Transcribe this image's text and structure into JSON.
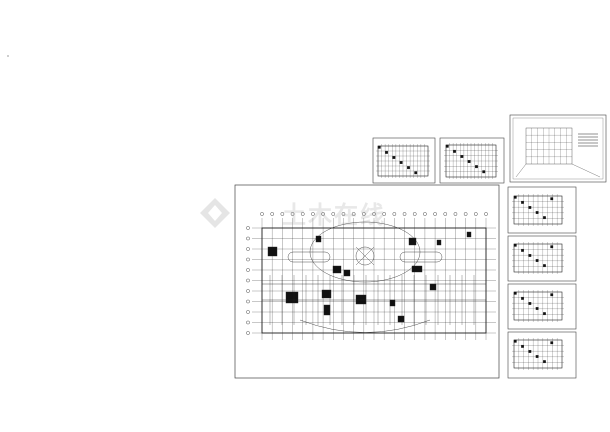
{
  "watermark_text": "土木在线",
  "watermark_color": "#bfbfbf",
  "main_plan_caption": "",
  "line_color": "#000000",
  "sheets": [
    {
      "id": "main-floor-plan",
      "kind": "large-plan"
    },
    {
      "id": "detail-sheet-1",
      "kind": "small-plan"
    },
    {
      "id": "detail-sheet-2",
      "kind": "small-plan"
    },
    {
      "id": "overview-sheet",
      "kind": "plan-with-notes"
    },
    {
      "id": "side-plan-1",
      "kind": "small-plan"
    },
    {
      "id": "side-plan-2",
      "kind": "small-plan"
    },
    {
      "id": "side-plan-3",
      "kind": "small-plan"
    },
    {
      "id": "side-plan-4",
      "kind": "small-plan"
    }
  ]
}
